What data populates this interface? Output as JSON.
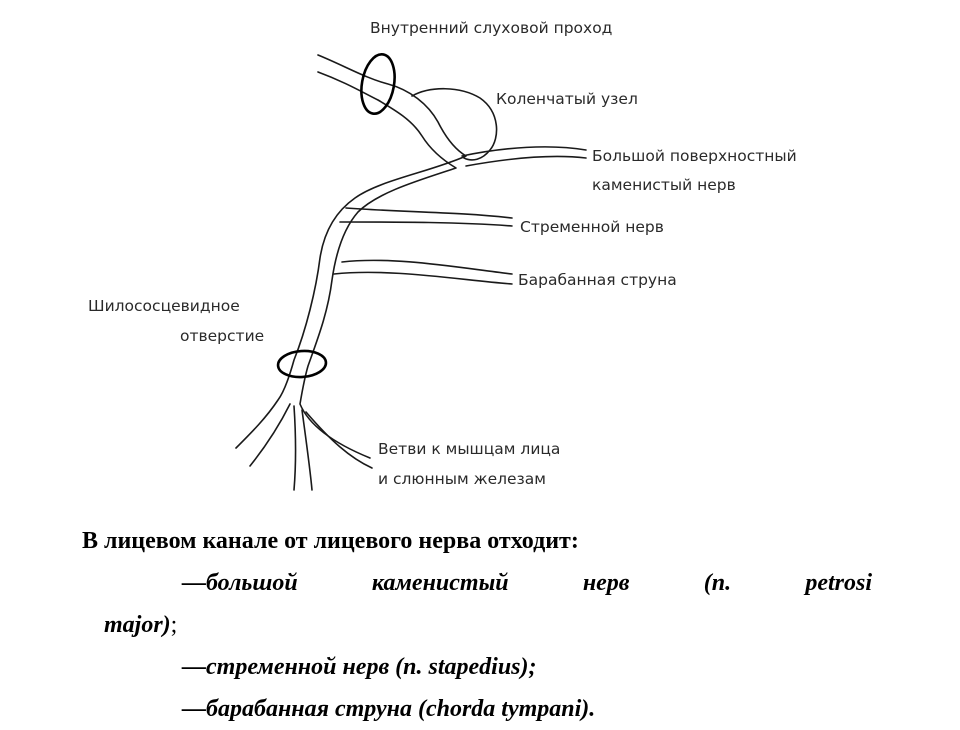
{
  "diagram": {
    "labels": {
      "internal_meatus": "Внутренний слуховой проход",
      "geniculate_ganglion": "Коленчатый узел",
      "greater_petrosal_1": "Большой поверхностный",
      "greater_petrosal_2": "каменистый нерв",
      "stapedius": "Стременной нерв",
      "chorda": "Барабанная струна",
      "stylomastoid_1": "Шилососцевидное",
      "stylomastoid_2": "отверстие",
      "branches_1": "Ветви к мышцам лица",
      "branches_2": "и слюнным железам"
    }
  },
  "text": {
    "heading": "В лицевом канале от лицевого нерва отходит:",
    "item1_dash": "—",
    "item1_main": "большой каменистый нерв (n. petrosi",
    "item1_cont": "major)",
    "item1_end": ";",
    "item2": "—стременной нерв (n. stapedius);",
    "item3": "—барабанная струна (chorda tympani)."
  }
}
